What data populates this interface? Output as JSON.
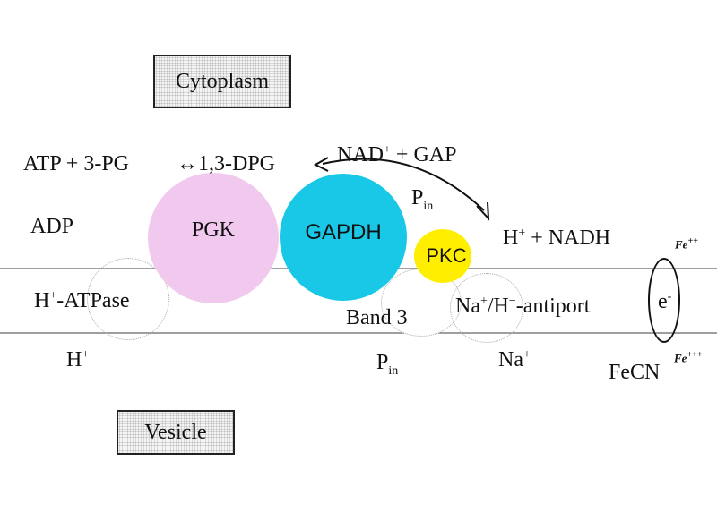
{
  "compartments": {
    "top": "Cytoplasm",
    "bottom": "Vesicle"
  },
  "reaction": {
    "left": "ATP + 3-PG",
    "arrow": "↔",
    "product": "1,3-DPG",
    "nad_part": "NAD",
    "nad_sup": "+",
    "gap": " + GAP",
    "pin_top": "P",
    "pin_sub": "in",
    "adp": "ADP",
    "h_nadh_h": "H",
    "h_nadh_sup": "+",
    "h_nadh_rest": " + NADH"
  },
  "enzymes": {
    "pgk": "PGK",
    "gapdh": "GAPDH",
    "pkc": "PKC",
    "atpase_h": "H",
    "atpase_sup": "+",
    "atpase_rest": "-ATPase",
    "band3": "Band 3",
    "antiport_na": "Na",
    "antiport_sup1": "+",
    "antiport_h": "/H",
    "antiport_sup2": "−",
    "antiport_rest": "-antiport",
    "electron": "e",
    "electron_sup": "-"
  },
  "membrane_side": {
    "h": "H",
    "h_sup": "+",
    "pin_bottom": "P",
    "pin_bottom_sub": "in",
    "na": "Na",
    "na_sup": "+",
    "fecn": "FeCN",
    "fe_top": "Fe",
    "fe_top_sup": "++",
    "fe_bottom": "Fe",
    "fe_bottom_sup": "+++"
  },
  "colors": {
    "pgk": "#f2c9ee",
    "gapdh": "#19c8e6",
    "pkc": "#ffee00",
    "membrane": "#555555"
  }
}
